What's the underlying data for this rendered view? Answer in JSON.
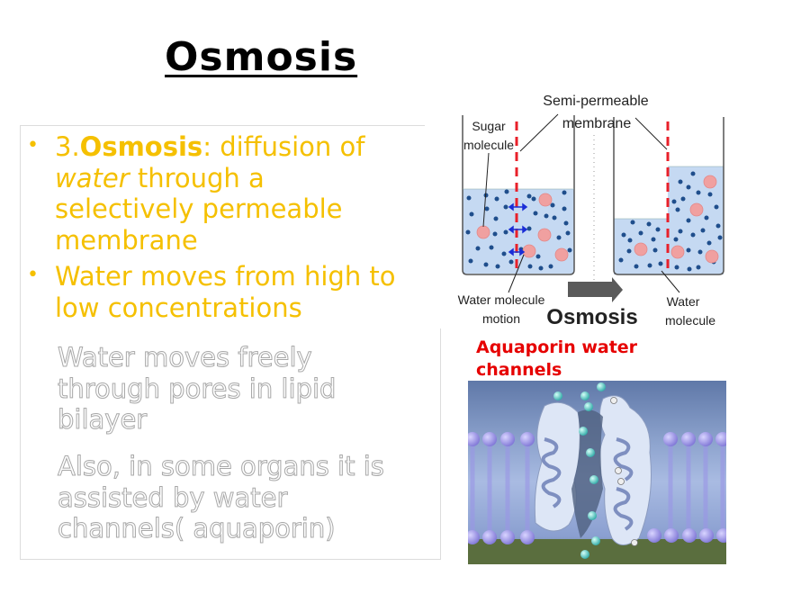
{
  "slide": {
    "title": "Osmosis",
    "bullets": [
      {
        "prefix": "3.",
        "term": "Osmosis",
        "colon": ":  diffusion of",
        "line2_italic": "water",
        "line2_rest": " through a",
        "line3": "selectively permeable",
        "line4": "membrane"
      },
      {
        "line1": "Water moves from high to",
        "line2": "low concentrations"
      }
    ],
    "outline_paragraphs": [
      {
        "lines": [
          "Water moves freely",
          "through pores in lipid",
          "bilayer"
        ]
      },
      {
        "lines": [
          "Also, in some organs it is",
          "assisted by water",
          "channels( aquaporin)"
        ]
      }
    ],
    "bullet_color": "#f5c000",
    "outline_stroke": "#a8a8a8"
  },
  "diagram": {
    "label_membrane_1": "Semi-permeable",
    "label_membrane_2": "membrane",
    "label_sugar_1": "Sugar",
    "label_sugar_2": "molecule",
    "label_motion_1": "Water molecule",
    "label_motion_2": "motion",
    "label_osmosis": "Osmosis",
    "label_water_1": "Water",
    "label_water_2": "molecule",
    "membrane_color": "#e8202a",
    "water_fill": "#c5d9f2",
    "dot_color": "#1f4e8c",
    "sugar_color": "#f0a0a0"
  },
  "aquaporin": {
    "label_line1": "Aquaporin water",
    "label_line2": "channels",
    "label_color": "#e60000"
  }
}
